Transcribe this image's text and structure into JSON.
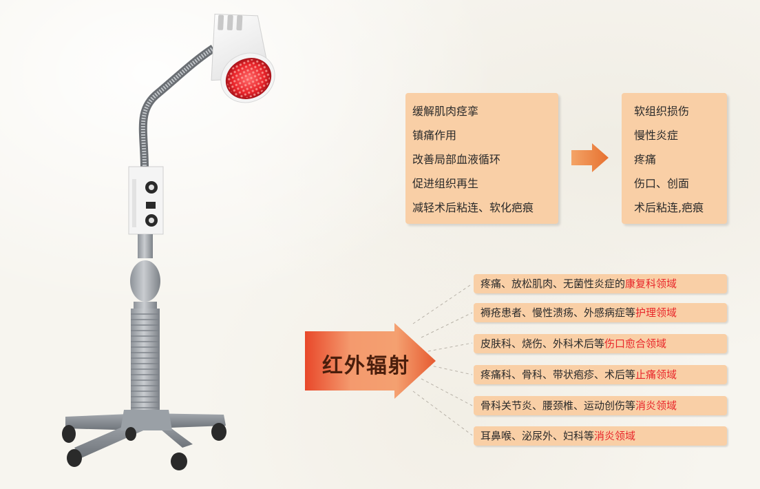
{
  "effects": [
    "缓解肌肉痉挛",
    "镇痛作用",
    "改善局部血液循环",
    "促进组织再生",
    "减轻术后粘连、软化疤痕"
  ],
  "indications": [
    "软组织损伤",
    "慢性炎症",
    "疼痛",
    "伤口、创面",
    "术后粘连,疤痕"
  ],
  "radiation": {
    "label": "红外辐射"
  },
  "fields": [
    {
      "text": "疼痛、放松肌肉、无菌性炎症的",
      "highlight": "康复科领域"
    },
    {
      "text": "褥疮患者、慢性溃疡、外感病症等",
      "highlight": "护理领域"
    },
    {
      "text": "皮肤科、烧伤、外科术后等",
      "highlight": "伤口愈合领域"
    },
    {
      "text": "疼痛科、骨科、带状疱疹、术后等",
      "highlight": "止痛领域"
    },
    {
      "text": "骨科关节炎、腰颈椎、运动创伤等",
      "highlight": "消炎领域"
    },
    {
      "text": "耳鼻喉、泌尿外、妇科等",
      "highlight": "消炎领域"
    }
  ],
  "colors": {
    "box": "#f9cfa6",
    "highlight": "#e8262a",
    "arrow": "#e8562a"
  },
  "icons": [
    "arrow-right-icon",
    "infrared-lamp-image"
  ]
}
